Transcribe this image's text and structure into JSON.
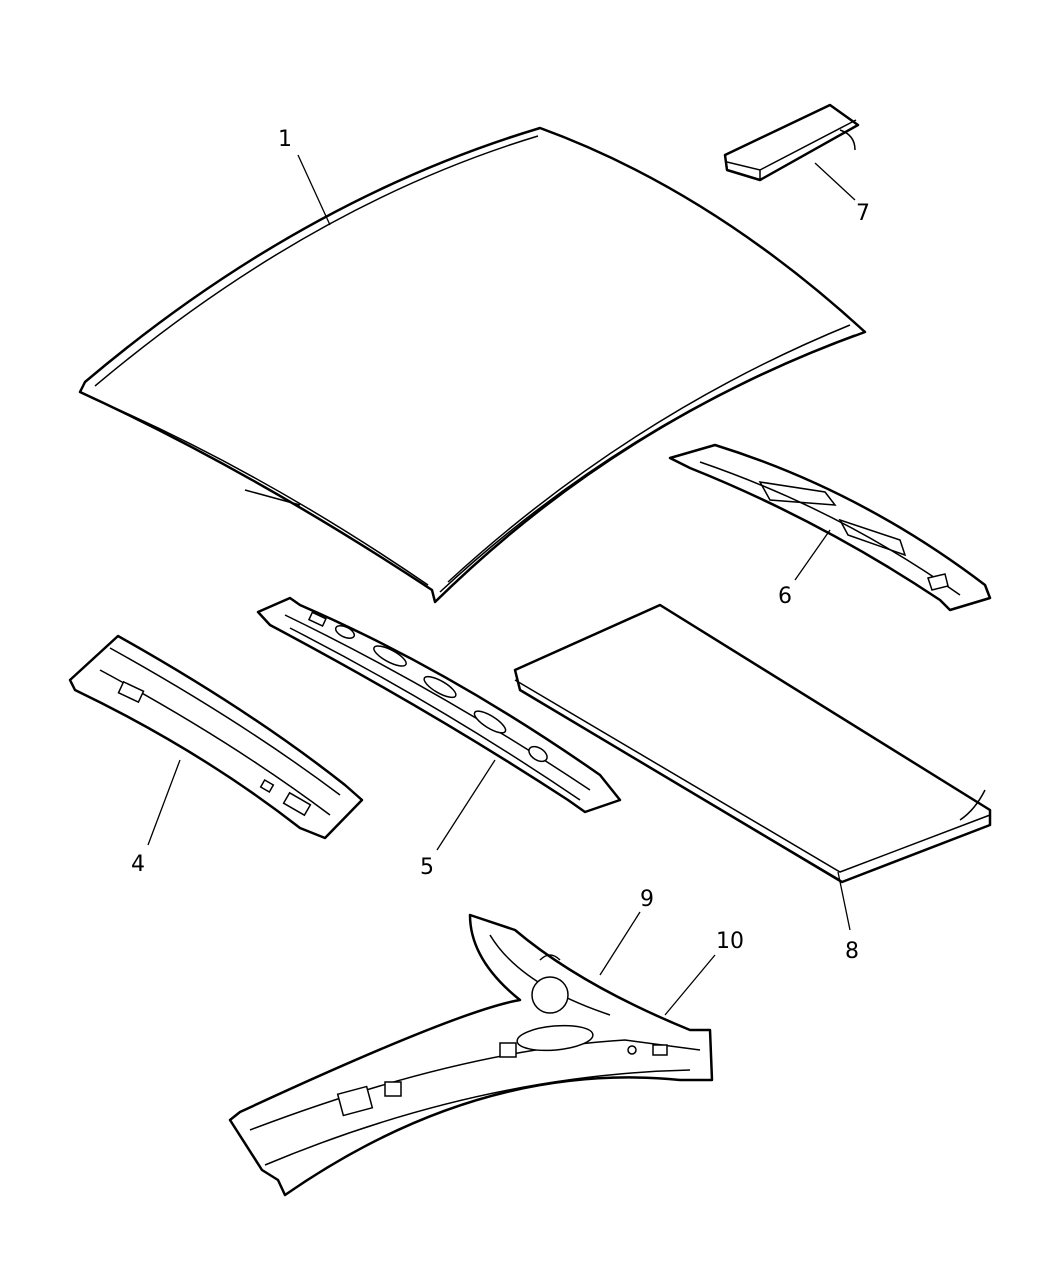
{
  "diagram": {
    "callouts": {
      "c1": "1",
      "c4": "4",
      "c5": "5",
      "c6": "6",
      "c7": "7",
      "c8": "8",
      "c9": "9",
      "c10": "10"
    }
  }
}
